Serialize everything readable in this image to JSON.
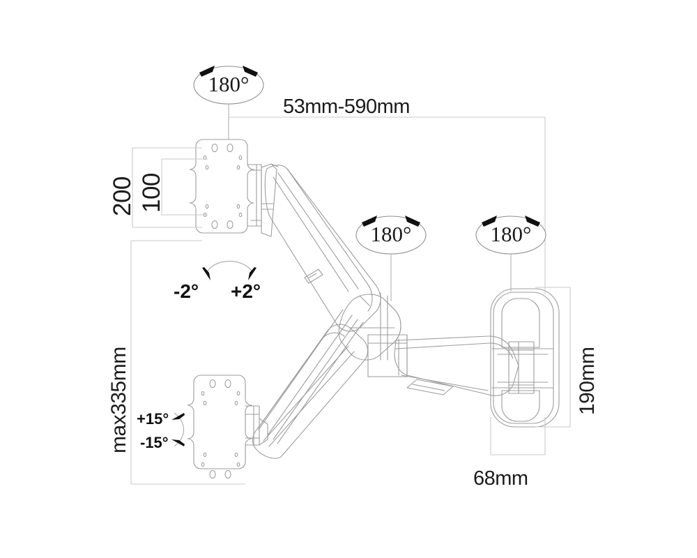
{
  "drawing": {
    "title": "Wall mount monitor arm technical dimension drawing",
    "background_color": "#ffffff",
    "line_color": "#9a9a9a",
    "dim_line_color": "#c9c9c9",
    "text_color": "#1b1b1b"
  },
  "dimensions": {
    "horizontal_reach": "53mm-590mm",
    "vesa_outer": "200",
    "vesa_inner": "100",
    "max_height": "max335mm",
    "wall_plate_height": "190mm",
    "wall_plate_width": "68mm"
  },
  "rotation_badges": [
    {
      "id": "top-vesa-rotation",
      "label": "180°"
    },
    {
      "id": "elbow-rotation",
      "label": "180°"
    },
    {
      "id": "wall-rotation",
      "label": "180°"
    }
  ],
  "tilt_labels": {
    "swivel_minus": "-2°",
    "swivel_plus": "+2°",
    "tilt_plus": "+15°",
    "tilt_minus": "-15°"
  }
}
